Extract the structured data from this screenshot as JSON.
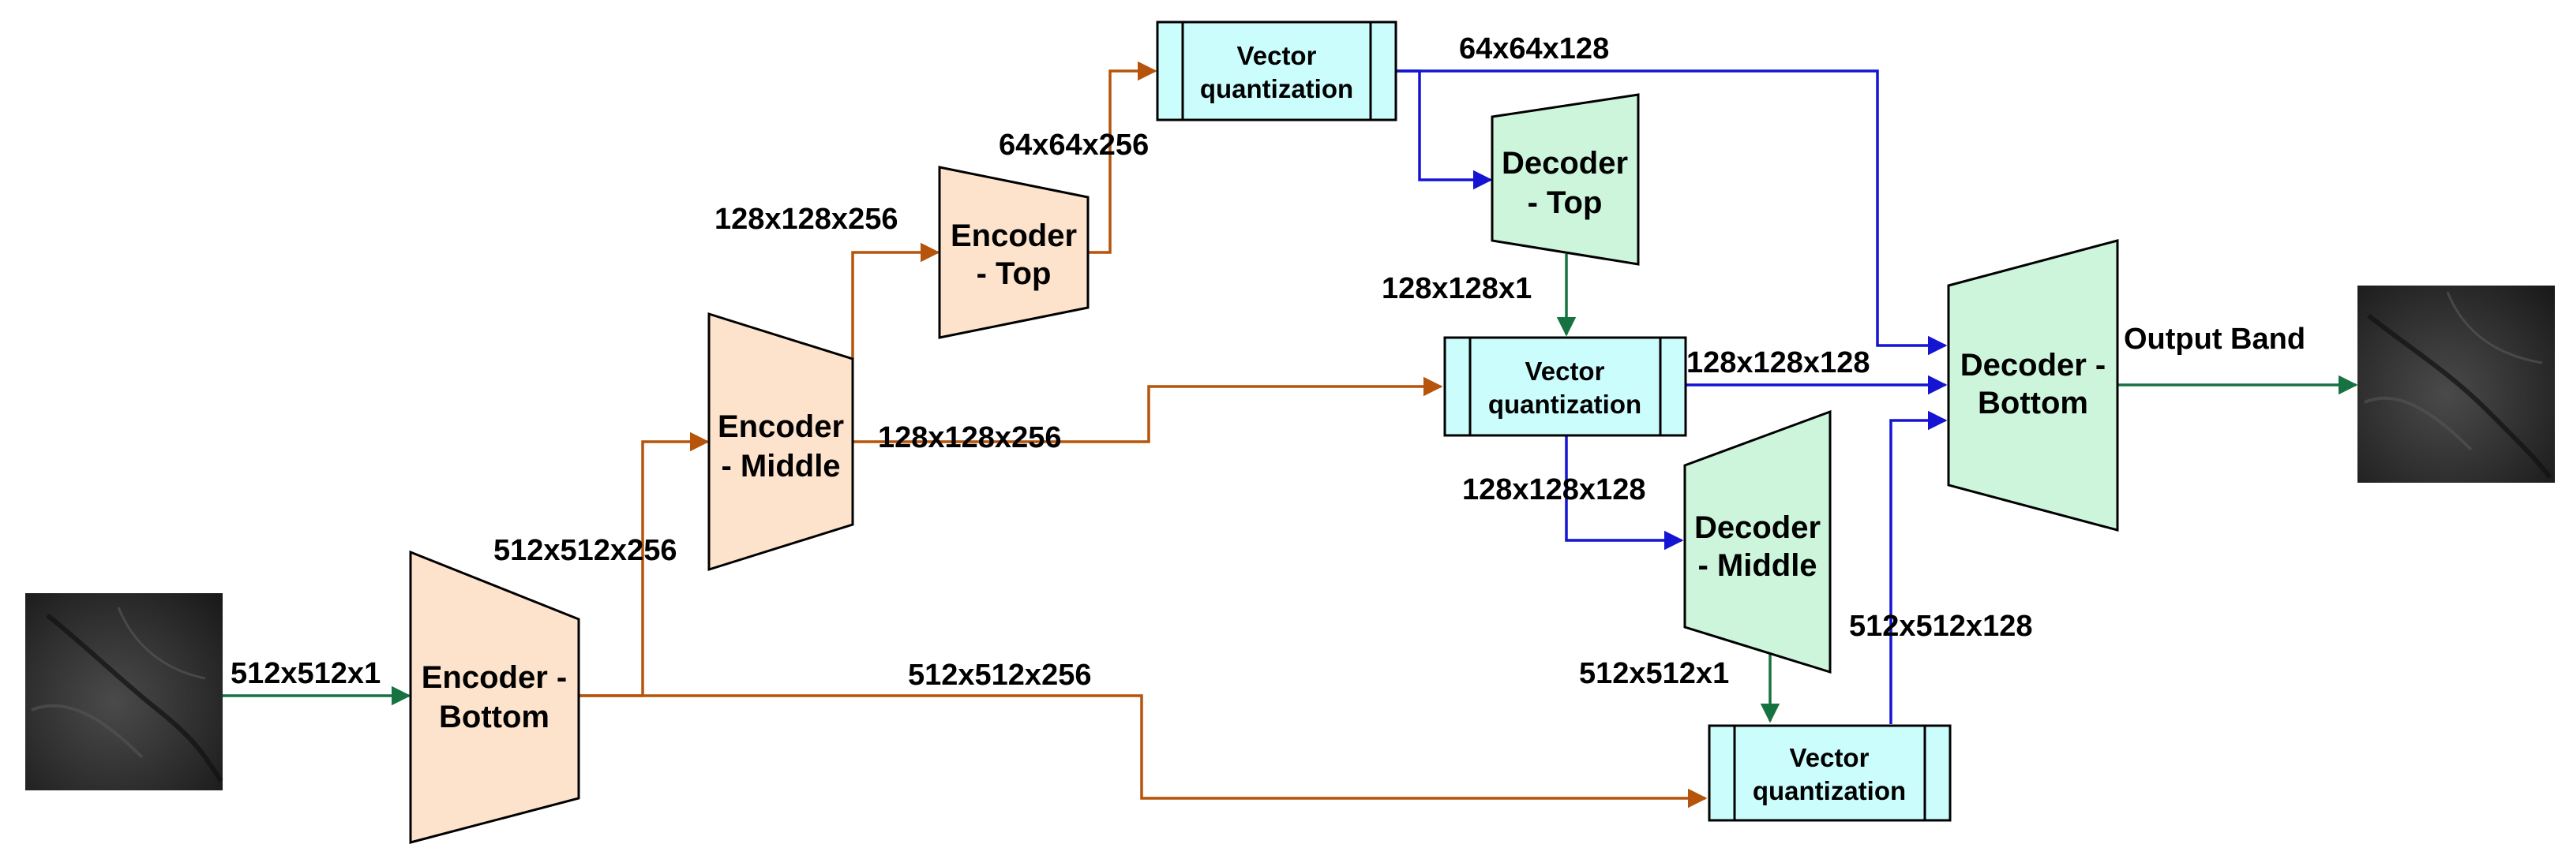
{
  "colors": {
    "encoder_fill": "#fde3cc",
    "decoder_fill": "#ccf5dc",
    "vq_fill": "#ccfdfd",
    "orange_arrow": "#b5540a",
    "blue_arrow": "#1414d2",
    "green_arrow": "#177241",
    "outline": "#000000"
  },
  "blocks": {
    "encoder_bottom": {
      "line1": "Encoder -",
      "line2": "Bottom"
    },
    "encoder_middle": {
      "line1": "Encoder",
      "line2": "- Middle"
    },
    "encoder_top": {
      "line1": "Encoder",
      "line2": "- Top"
    },
    "decoder_top": {
      "line1": "Decoder",
      "line2": "- Top"
    },
    "decoder_middle": {
      "line1": "Decoder",
      "line2": "- Middle"
    },
    "decoder_bottom": {
      "line1": "Decoder -",
      "line2": "Bottom"
    },
    "vq_top": {
      "line1": "Vector",
      "line2": "quantization"
    },
    "vq_middle": {
      "line1": "Vector",
      "line2": "quantization"
    },
    "vq_bottom": {
      "line1": "Vector",
      "line2": "quantization"
    }
  },
  "labels": {
    "input_dims": "512x512x1",
    "enc_bottom_to_middle": "512x512x256",
    "enc_bottom_to_vq_bottom": "512x512x256",
    "enc_middle_to_top": "128x128x256",
    "enc_middle_to_vq_middle": "128x128x256",
    "enc_top_to_vq_top": "64x64x256",
    "vq_top_out": "64x64x128",
    "dec_top_out": "128x128x1",
    "vq_middle_out": "128x128x128",
    "vq_middle_to_dec_middle": "128x128x128",
    "dec_middle_out": "512x512x1",
    "vq_bottom_out": "512x512x128",
    "output": "Output Band"
  },
  "images": {
    "input": "grayscale-texture-image",
    "output": "grayscale-texture-image"
  }
}
